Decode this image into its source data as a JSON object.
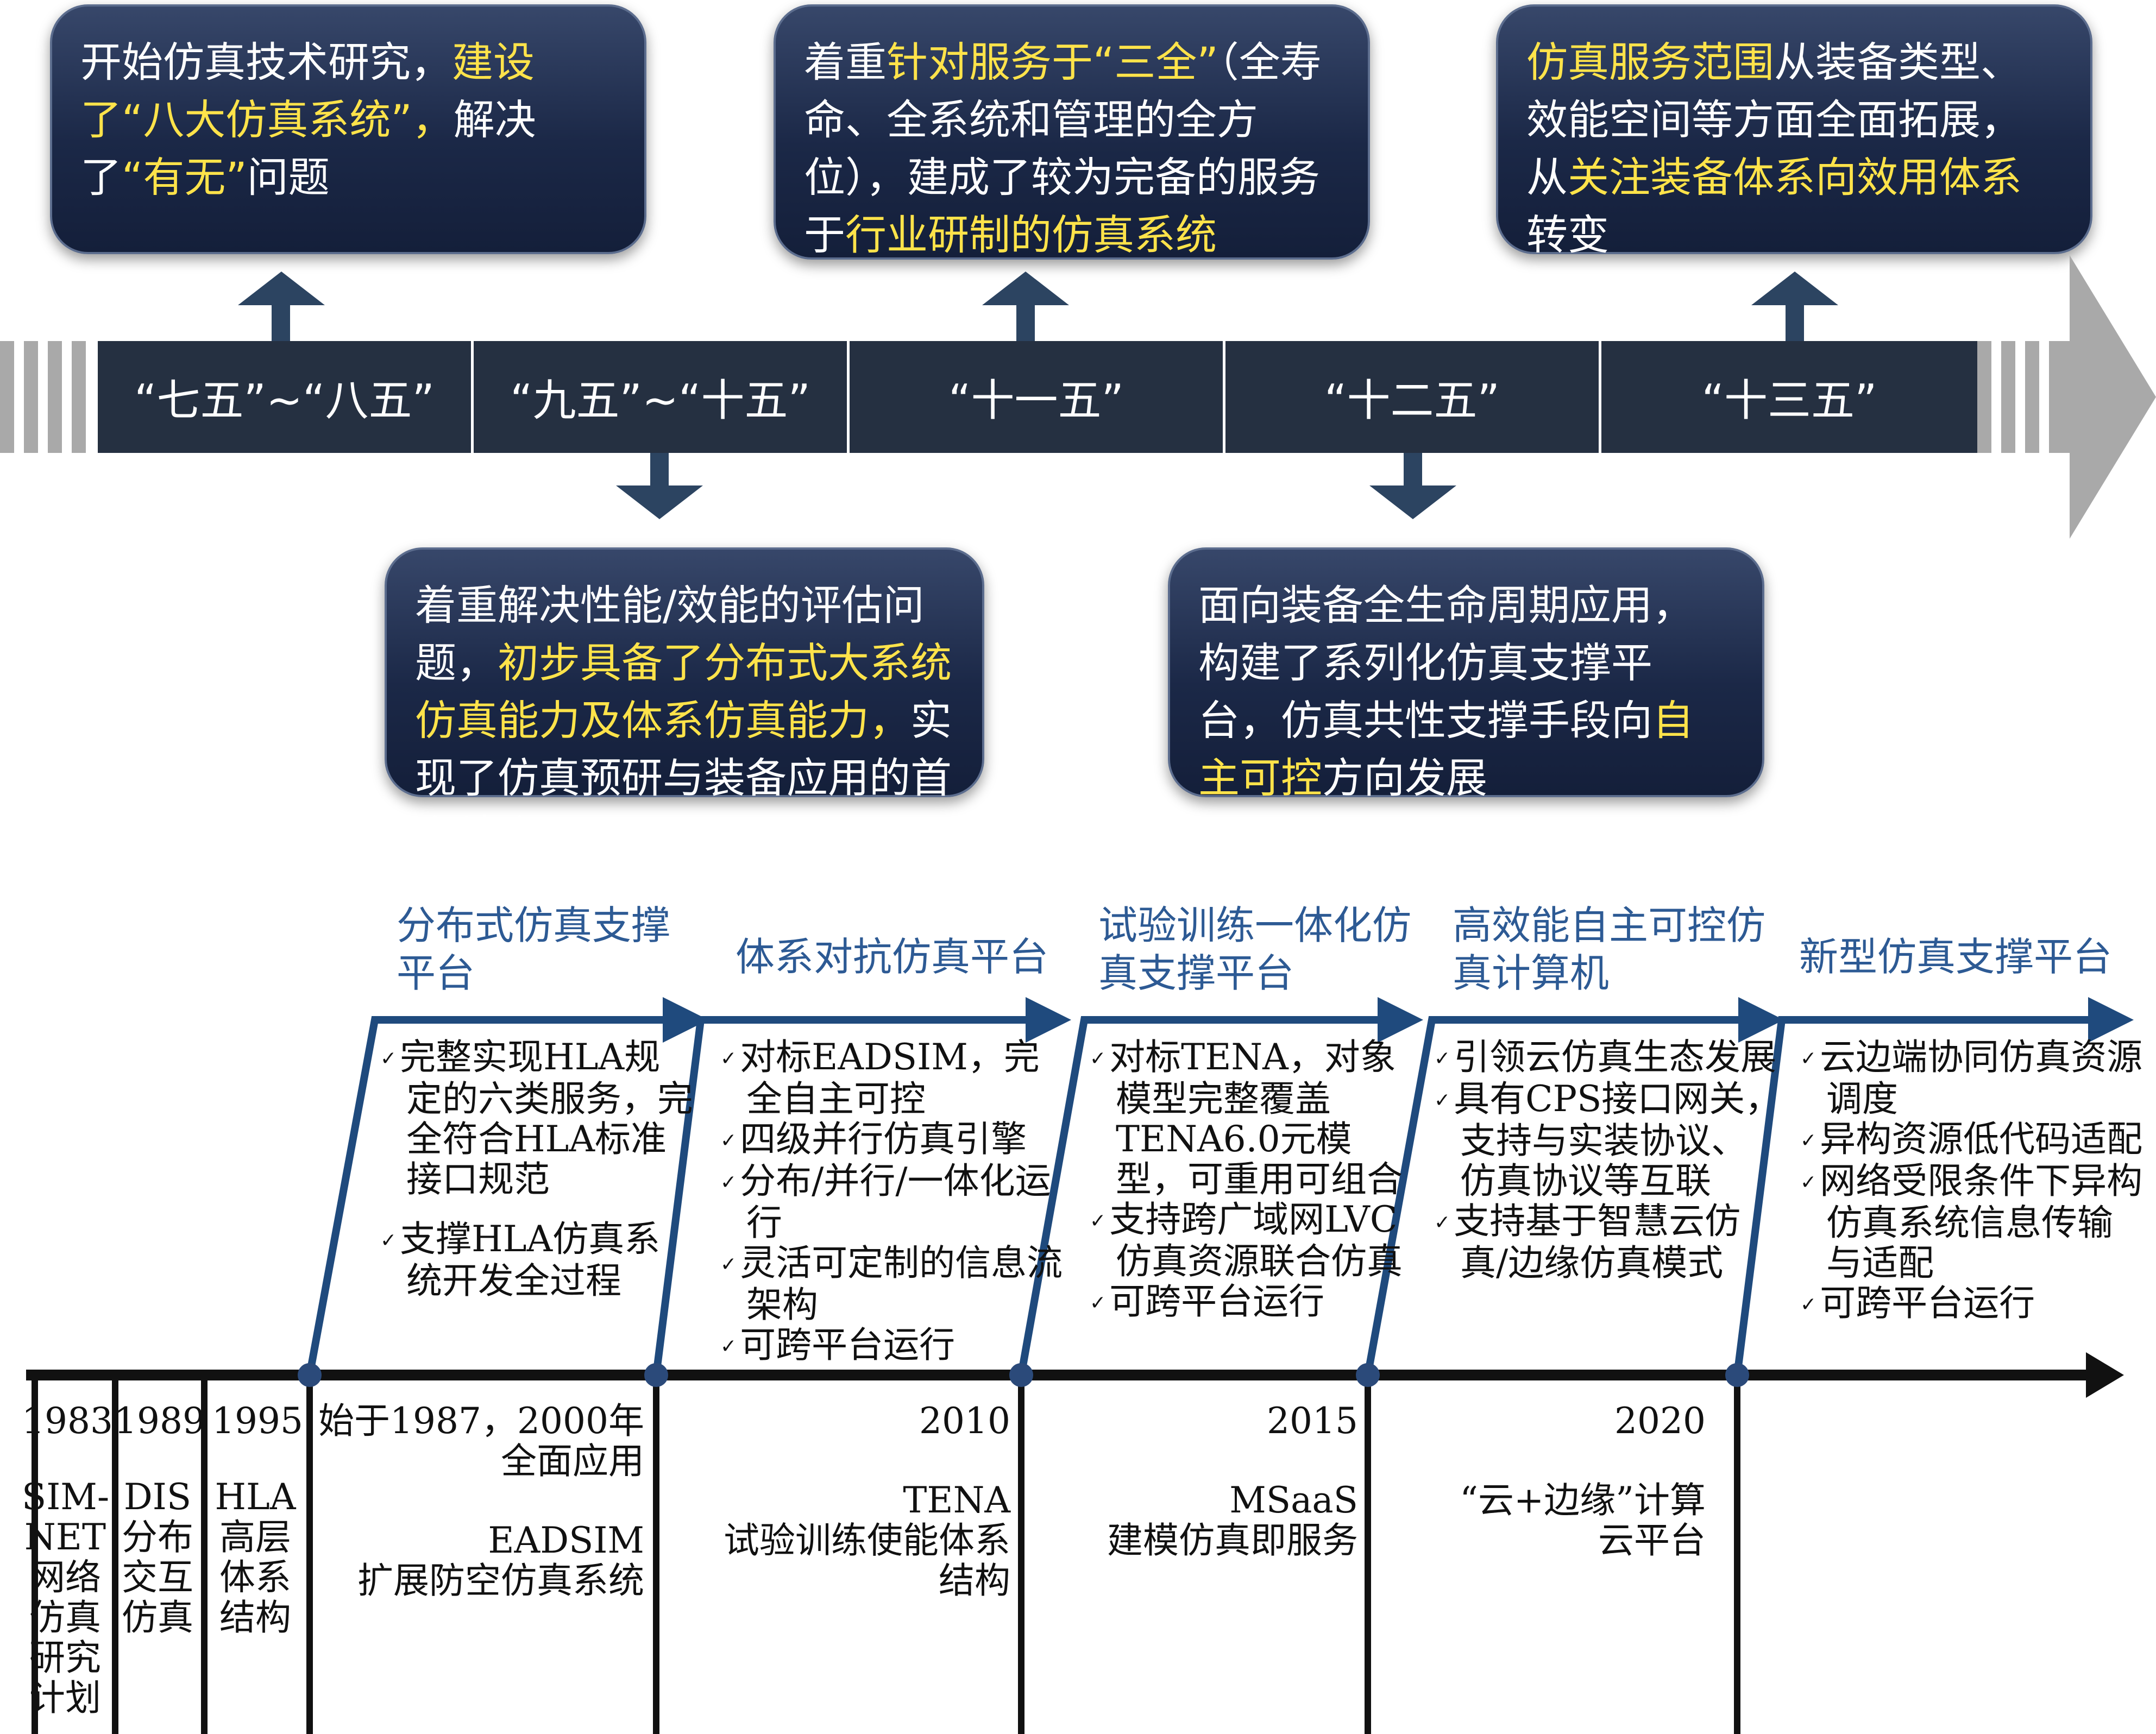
{
  "callouts": [
    {
      "segments": [
        {
          "t": "开始仿真技术研究，",
          "hl": false
        },
        {
          "t": "建设了“八大仿真系统”，",
          "hl": true
        },
        {
          "t": "解决了",
          "hl": false
        },
        {
          "t": "“有无”",
          "hl": true
        },
        {
          "t": "问题",
          "hl": false
        }
      ]
    },
    {
      "segments": [
        {
          "t": "着重",
          "hl": false
        },
        {
          "t": "针对服务于“三全”",
          "hl": true
        },
        {
          "t": "（全寿命、全系统和管理的全方位），建成了较为完备的服务于",
          "hl": false
        },
        {
          "t": "行业研制的仿真系统",
          "hl": true
        }
      ]
    },
    {
      "segments": [
        {
          "t": "仿真服务范围",
          "hl": true
        },
        {
          "t": "从装备类型、效能空间等方面全面拓展，从",
          "hl": false
        },
        {
          "t": "关注装备体系向效用体系",
          "hl": true
        },
        {
          "t": "转变",
          "hl": false
        }
      ]
    },
    {
      "segments": [
        {
          "t": "着重解决性能/效能的评估问题，",
          "hl": false
        },
        {
          "t": "初步具备了分布式大系统仿真能力及体系仿真能力，",
          "hl": true
        },
        {
          "t": "实现了仿真预研与装备应用的首次结合",
          "hl": false
        }
      ]
    },
    {
      "segments": [
        {
          "t": "面向装备全生命周期应用，构建了系列化仿真支撑平台，仿真共性支撑手段向",
          "hl": false
        },
        {
          "t": "自主可控",
          "hl": true
        },
        {
          "t": "方向发展",
          "hl": false
        }
      ]
    }
  ],
  "periods": [
    "“七五”~“八五”",
    "“九五”~“十五”",
    "“十一五”",
    "“十二五”",
    "“十三五”"
  ],
  "platforms": [
    {
      "title": "分布式仿真支撑平台",
      "features": [
        "完整实现HLA规定的六类服务，完全符合HLA标准接口规范",
        "支撑HLA仿真系统开发全过程"
      ]
    },
    {
      "title": "体系对抗仿真平台",
      "features": [
        "对标EADSIM，完全自主可控",
        "四级并行仿真引擎",
        "分布/并行/一体化运行",
        "灵活可定制的信息流架构",
        "可跨平台运行"
      ]
    },
    {
      "title": "试验训练一体化仿真支撑平台",
      "features": [
        "对标TENA，对象模型完整覆盖TENA6.0元模型，可重用可组合",
        "支持跨广域网LVC仿真资源联合仿真",
        "可跨平台运行"
      ]
    },
    {
      "title": "高效能自主可控仿真计算机",
      "features": [
        "引领云仿真生态发展",
        "具有CPS接口网关，支持与实装协议、仿真协议等互联",
        "支持基于智慧云仿真/边缘仿真模式"
      ]
    },
    {
      "title": "新型仿真支撑平台",
      "features": [
        "云边端协同仿真资源调度",
        "异构资源低代码适配",
        "网络受限条件下异构仿真系统信息传输与适配",
        "可跨平台运行"
      ]
    }
  ],
  "check_mark": "✓",
  "milestones": {
    "y1983": "1983",
    "n1983": [
      "SIM-",
      "NET",
      "网络",
      "仿真",
      "研究",
      "计划"
    ],
    "y1989": "1989",
    "n1989": [
      "DIS",
      "分布",
      "交互",
      "仿真"
    ],
    "y1995": "1995",
    "n1995": [
      "HLA",
      "高层",
      "体系",
      "结构"
    ],
    "eadsim_year": "始于1987，2000年",
    "eadsim_year2": "全面应用",
    "eadsim_name": "EADSIM",
    "eadsim_desc": "扩展防空仿真系统",
    "y2010": "2010",
    "tena": "TENA",
    "tena_desc1": "试验训练使能体系",
    "tena_desc2": "结构",
    "y2015": "2015",
    "msaas": "MSaaS",
    "msaas_desc": "建模仿真即服务",
    "y2020": "2020",
    "cloud1": "“云+边缘”计算",
    "cloud2": "云平台"
  },
  "colors": {
    "box_dark": "#1b2847",
    "highlight": "#ffe34a",
    "platform_blue": "#2d5a94",
    "bar": "#253041"
  }
}
